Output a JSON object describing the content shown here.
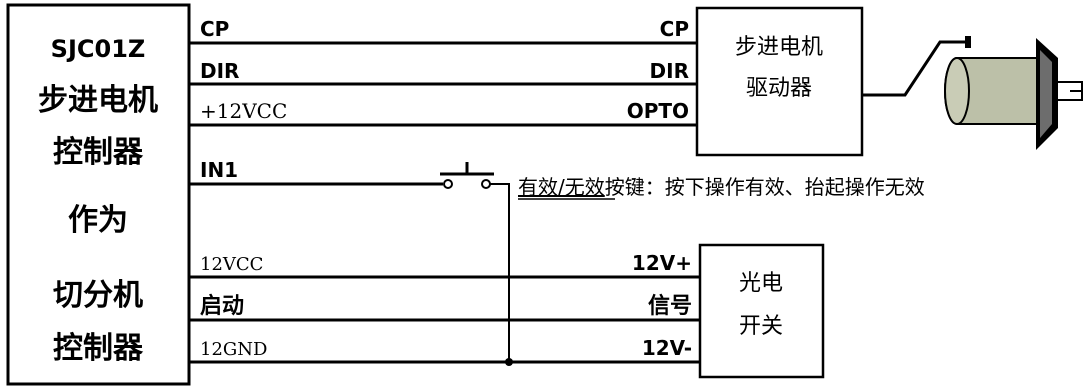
{
  "controller": {
    "model": "SJC01Z",
    "line1": "步进电机",
    "line2": "控制器",
    "line3": "作为",
    "line4": "切分机",
    "line5": "控制器"
  },
  "driver": {
    "line1": "步进电机",
    "line2": "驱动器"
  },
  "sensor": {
    "line1": "光电",
    "line2": "开关"
  },
  "wires": {
    "left": [
      "CP",
      "DIR",
      "+12VCC",
      "IN1",
      "12VCC",
      "启动",
      "12GND"
    ],
    "driver_pins": [
      "CP",
      "DIR",
      "OPTO"
    ],
    "sensor_pins": [
      "12V+",
      "信号",
      "12V-"
    ]
  },
  "button_note": {
    "underlined": "有效/无效",
    "rest": "按键：按下操作有效、抬起操作无效"
  }
}
